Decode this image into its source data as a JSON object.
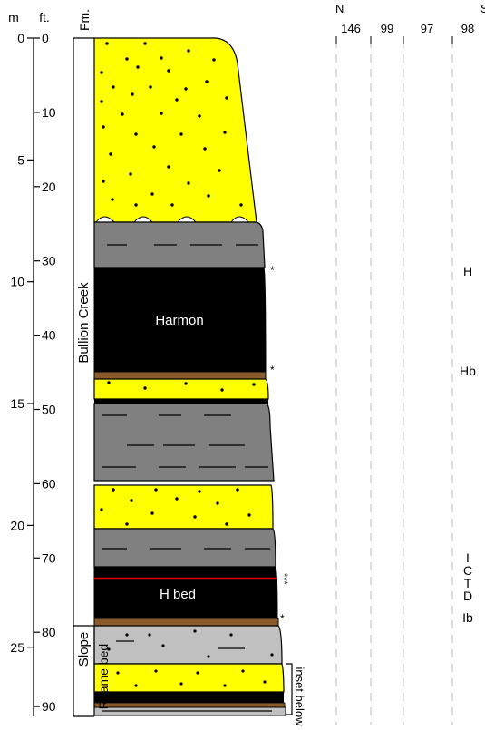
{
  "axes": {
    "meters_label": "m",
    "feet_label": "ft.",
    "formation_label": "Fm.",
    "meter_ticks": [
      "0",
      "5",
      "10",
      "15",
      "20",
      "25"
    ],
    "feet_ticks": [
      "0",
      "10",
      "20",
      "30",
      "40",
      "50",
      "60",
      "70",
      "80",
      "90"
    ]
  },
  "formations": {
    "bullion_creek": "Bullion Creek",
    "slope": "Slope",
    "rhame_bed": "Rhame bed"
  },
  "beds": {
    "harmon": "Harmon",
    "h_bed": "H bed"
  },
  "inset_note": "inset below",
  "section": {
    "n_label": "N",
    "s_label": "S",
    "columns": [
      "146",
      "99",
      "97",
      "98"
    ]
  },
  "markers": {
    "h": "H",
    "hb": "Hb",
    "i": "I",
    "c": "C",
    "t": "T",
    "d": "D",
    "ib": "Ib",
    "star_single": "*",
    "star_triple": "***"
  },
  "colors": {
    "sandstone": "#ffff00",
    "mudstone": "#808080",
    "siltstone": "#c0c0c0",
    "lignite": "#000000",
    "carbonaceous": "#8b5a2b",
    "red_line": "#e00000",
    "guide": "#bdbdbd"
  }
}
